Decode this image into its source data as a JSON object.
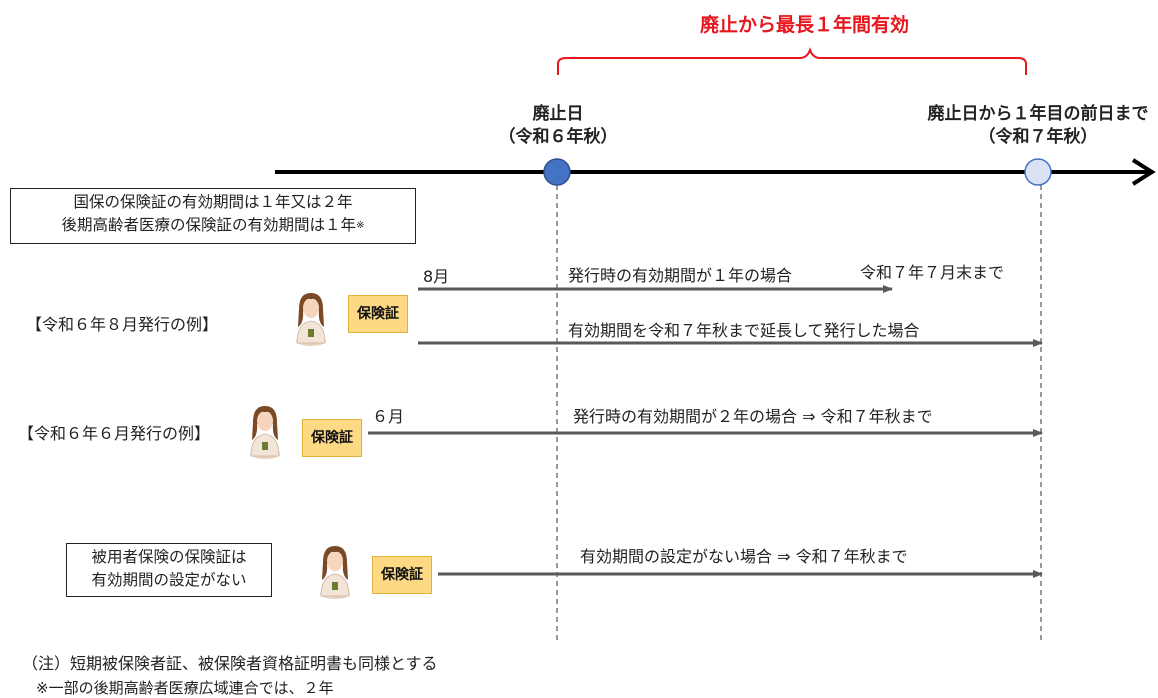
{
  "header": {
    "validity_span": "廃止から最長１年間有効",
    "abolition_day": "廃止日",
    "abolition_day_note": "（令和６年秋）",
    "end_day": "廃止日から１年目の前日まで",
    "end_day_note": "（令和７年秋）"
  },
  "notice_box": {
    "line1": "国保の保険証の有効期間は１年又は２年",
    "line2": "後期高齢者医療の保険証の有効期間は１年",
    "mark": "※"
  },
  "example_aug": {
    "label": "【令和６年８月発行の例】",
    "badge": "保険証",
    "start_month": "8月",
    "case1": "発行時の有効期間が１年の場合",
    "case1_end": "令和７年７月末まで",
    "case2": "有効期間を令和７年秋まで延長して発行した場合"
  },
  "example_jun": {
    "label": "【令和６年６月発行の例】",
    "badge": "保険証",
    "start_month": "６月",
    "case": "発行時の有効期間が２年の場合 ⇒ 令和７年秋まで"
  },
  "employee": {
    "box_line1": "被用者保険の保険証は",
    "box_line2": "有効期間の設定がない",
    "badge": "保険証",
    "case": "有効期間の設定がない場合 ⇒ 令和７年秋まで"
  },
  "notes": {
    "note1": "（注）短期被保険者証、被保険者資格証明書も同様とする",
    "note2": "※一部の後期高齢者医療広域連合では、２年"
  },
  "colors": {
    "accent_red": "#e8171e",
    "dot_start": "#4472c4",
    "dot_end": "#dae3f3",
    "badge_fill": "#fcd982",
    "arrow_gray": "#595959"
  }
}
